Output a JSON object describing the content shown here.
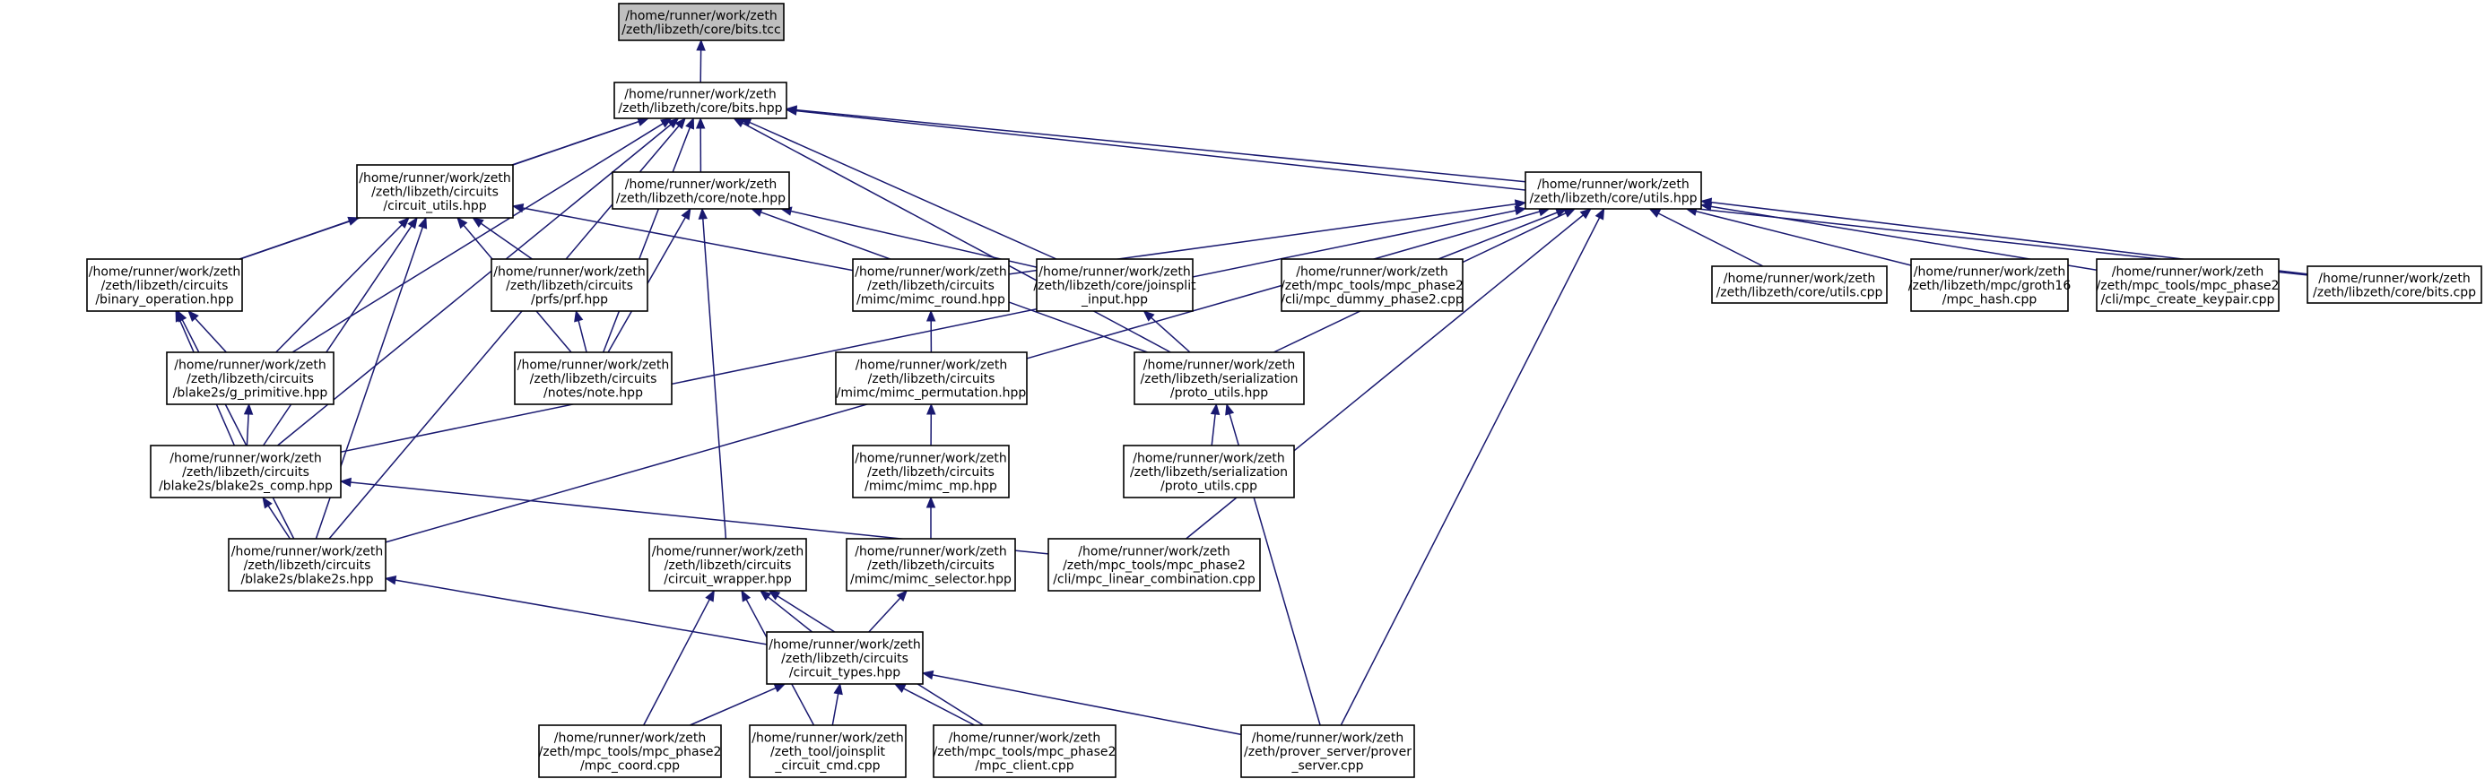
{
  "graph": {
    "edge_color": "#191970",
    "root_fill": "#bfbfbf",
    "nodes": [
      {
        "id": "bits_tcc",
        "lines": [
          "/home/runner/work/zeth",
          "/zeth/libzeth/core/bits.tcc"
        ],
        "root": true
      },
      {
        "id": "bits_hpp",
        "lines": [
          "/home/runner/work/zeth",
          "/zeth/libzeth/core/bits.hpp"
        ]
      },
      {
        "id": "circuit_utils",
        "lines": [
          "/home/runner/work/zeth",
          "/zeth/libzeth/circuits",
          "/circuit_utils.hpp"
        ]
      },
      {
        "id": "note_hpp",
        "lines": [
          "/home/runner/work/zeth",
          "/zeth/libzeth/core/note.hpp"
        ]
      },
      {
        "id": "utils_hpp",
        "lines": [
          "/home/runner/work/zeth",
          "/zeth/libzeth/core/utils.hpp"
        ]
      },
      {
        "id": "binary_operation",
        "lines": [
          "/home/runner/work/zeth",
          "/zeth/libzeth/circuits",
          "/binary_operation.hpp"
        ]
      },
      {
        "id": "prf_hpp",
        "lines": [
          "/home/runner/work/zeth",
          "/zeth/libzeth/circuits",
          "/prfs/prf.hpp"
        ]
      },
      {
        "id": "mimc_round",
        "lines": [
          "/home/runner/work/zeth",
          "/zeth/libzeth/circuits",
          "/mimc/mimc_round.hpp"
        ]
      },
      {
        "id": "joinsplit_input",
        "lines": [
          "/home/runner/work/zeth",
          "/zeth/libzeth/core/joinsplit",
          "_input.hpp"
        ]
      },
      {
        "id": "mpc_dummy_phase2",
        "lines": [
          "/home/runner/work/zeth",
          "/zeth/mpc_tools/mpc_phase2",
          "/cli/mpc_dummy_phase2.cpp"
        ]
      },
      {
        "id": "utils_cpp",
        "lines": [
          "/home/runner/work/zeth",
          "/zeth/libzeth/core/utils.cpp"
        ]
      },
      {
        "id": "mpc_hash",
        "lines": [
          "/home/runner/work/zeth",
          "/zeth/libzeth/mpc/groth16",
          "/mpc_hash.cpp"
        ]
      },
      {
        "id": "mpc_create_keypair",
        "lines": [
          "/home/runner/work/zeth",
          "/zeth/mpc_tools/mpc_phase2",
          "/cli/mpc_create_keypair.cpp"
        ]
      },
      {
        "id": "bits_cpp",
        "lines": [
          "/home/runner/work/zeth",
          "/zeth/libzeth/core/bits.cpp"
        ]
      },
      {
        "id": "g_primitive",
        "lines": [
          "/home/runner/work/zeth",
          "/zeth/libzeth/circuits",
          "/blake2s/g_primitive.hpp"
        ]
      },
      {
        "id": "note_note",
        "lines": [
          "/home/runner/work/zeth",
          "/zeth/libzeth/circuits",
          "/notes/note.hpp"
        ]
      },
      {
        "id": "mimc_permutation",
        "lines": [
          "/home/runner/work/zeth",
          "/zeth/libzeth/circuits",
          "/mimc/mimc_permutation.hpp"
        ]
      },
      {
        "id": "proto_utils_hpp",
        "lines": [
          "/home/runner/work/zeth",
          "/zeth/libzeth/serialization",
          "/proto_utils.hpp"
        ]
      },
      {
        "id": "blake2s_comp",
        "lines": [
          "/home/runner/work/zeth",
          "/zeth/libzeth/circuits",
          "/blake2s/blake2s_comp.hpp"
        ]
      },
      {
        "id": "mimc_mp",
        "lines": [
          "/home/runner/work/zeth",
          "/zeth/libzeth/circuits",
          "/mimc/mimc_mp.hpp"
        ]
      },
      {
        "id": "proto_utils_cpp",
        "lines": [
          "/home/runner/work/zeth",
          "/zeth/libzeth/serialization",
          "/proto_utils.cpp"
        ]
      },
      {
        "id": "blake2s_hpp",
        "lines": [
          "/home/runner/work/zeth",
          "/zeth/libzeth/circuits",
          "/blake2s/blake2s.hpp"
        ]
      },
      {
        "id": "circuit_wrapper",
        "lines": [
          "/home/runner/work/zeth",
          "/zeth/libzeth/circuits",
          "/circuit_wrapper.hpp"
        ]
      },
      {
        "id": "mimc_selector",
        "lines": [
          "/home/runner/work/zeth",
          "/zeth/libzeth/circuits",
          "/mimc/mimc_selector.hpp"
        ]
      },
      {
        "id": "mpc_linear_combination",
        "lines": [
          "/home/runner/work/zeth",
          "/zeth/mpc_tools/mpc_phase2",
          "/cli/mpc_linear_combination.cpp"
        ]
      },
      {
        "id": "circuit_types",
        "lines": [
          "/home/runner/work/zeth",
          "/zeth/libzeth/circuits",
          "/circuit_types.hpp"
        ]
      },
      {
        "id": "mpc_coord",
        "lines": [
          "/home/runner/work/zeth",
          "/zeth/mpc_tools/mpc_phase2",
          "/mpc_coord.cpp"
        ]
      },
      {
        "id": "joinsplit_circuit_cmd",
        "lines": [
          "/home/runner/work/zeth",
          "/zeth_tool/joinsplit",
          "_circuit_cmd.cpp"
        ]
      },
      {
        "id": "mpc_client",
        "lines": [
          "/home/runner/work/zeth",
          "/zeth/mpc_tools/mpc_phase2",
          "/mpc_client.cpp"
        ]
      },
      {
        "id": "prover_server",
        "lines": [
          "/home/runner/work/zeth",
          "/zeth/prover_server/prover",
          "_server.cpp"
        ]
      }
    ],
    "edges": [
      {
        "from": "bits_hpp",
        "to": "bits_tcc"
      },
      {
        "from": "circuit_utils",
        "to": "bits_hpp"
      },
      {
        "from": "note_hpp",
        "to": "bits_hpp"
      },
      {
        "from": "utils_hpp",
        "to": "bits_hpp"
      },
      {
        "from": "binary_operation",
        "to": "bits_hpp"
      },
      {
        "from": "g_primitive",
        "to": "bits_hpp"
      },
      {
        "from": "blake2s_comp",
        "to": "bits_hpp"
      },
      {
        "from": "blake2s_hpp",
        "to": "bits_hpp"
      },
      {
        "from": "note_note",
        "to": "bits_hpp"
      },
      {
        "from": "joinsplit_input",
        "to": "bits_hpp"
      },
      {
        "from": "proto_utils_hpp",
        "to": "bits_hpp"
      },
      {
        "from": "bits_cpp",
        "to": "bits_hpp"
      },
      {
        "from": "binary_operation",
        "to": "circuit_utils"
      },
      {
        "from": "prf_hpp",
        "to": "circuit_utils"
      },
      {
        "from": "mimc_round",
        "to": "circuit_utils"
      },
      {
        "from": "g_primitive",
        "to": "circuit_utils"
      },
      {
        "from": "note_note",
        "to": "circuit_utils"
      },
      {
        "from": "blake2s_comp",
        "to": "circuit_utils"
      },
      {
        "from": "blake2s_hpp",
        "to": "circuit_utils"
      },
      {
        "from": "joinsplit_input",
        "to": "note_hpp"
      },
      {
        "from": "note_note",
        "to": "note_hpp"
      },
      {
        "from": "proto_utils_hpp",
        "to": "note_hpp"
      },
      {
        "from": "circuit_wrapper",
        "to": "note_hpp"
      },
      {
        "from": "mimc_round",
        "to": "utils_hpp"
      },
      {
        "from": "mpc_dummy_phase2",
        "to": "utils_hpp"
      },
      {
        "from": "utils_cpp",
        "to": "utils_hpp"
      },
      {
        "from": "mpc_hash",
        "to": "utils_hpp"
      },
      {
        "from": "mpc_create_keypair",
        "to": "utils_hpp"
      },
      {
        "from": "bits_cpp",
        "to": "utils_hpp"
      },
      {
        "from": "proto_utils_hpp",
        "to": "utils_hpp"
      },
      {
        "from": "blake2s_comp",
        "to": "utils_hpp"
      },
      {
        "from": "blake2s_hpp",
        "to": "utils_hpp"
      },
      {
        "from": "mpc_linear_combination",
        "to": "utils_hpp"
      },
      {
        "from": "prover_server",
        "to": "utils_hpp"
      },
      {
        "from": "g_primitive",
        "to": "binary_operation"
      },
      {
        "from": "blake2s_comp",
        "to": "binary_operation"
      },
      {
        "from": "blake2s_hpp",
        "to": "binary_operation"
      },
      {
        "from": "note_note",
        "to": "prf_hpp"
      },
      {
        "from": "mimc_permutation",
        "to": "mimc_round"
      },
      {
        "from": "proto_utils_hpp",
        "to": "joinsplit_input"
      },
      {
        "from": "blake2s_comp",
        "to": "g_primitive"
      },
      {
        "from": "mimc_mp",
        "to": "mimc_permutation"
      },
      {
        "from": "proto_utils_cpp",
        "to": "proto_utils_hpp"
      },
      {
        "from": "prover_server",
        "to": "proto_utils_hpp"
      },
      {
        "from": "blake2s_hpp",
        "to": "blake2s_comp"
      },
      {
        "from": "mpc_linear_combination",
        "to": "blake2s_comp"
      },
      {
        "from": "mimc_selector",
        "to": "mimc_mp"
      },
      {
        "from": "circuit_types",
        "to": "blake2s_hpp"
      },
      {
        "from": "circuit_types",
        "to": "circuit_wrapper"
      },
      {
        "from": "mpc_coord",
        "to": "circuit_wrapper"
      },
      {
        "from": "joinsplit_circuit_cmd",
        "to": "circuit_wrapper"
      },
      {
        "from": "mpc_client",
        "to": "circuit_wrapper"
      },
      {
        "from": "circuit_types",
        "to": "mimc_selector"
      },
      {
        "from": "mpc_coord",
        "to": "circuit_types"
      },
      {
        "from": "joinsplit_circuit_cmd",
        "to": "circuit_types"
      },
      {
        "from": "mpc_client",
        "to": "circuit_types"
      },
      {
        "from": "prover_server",
        "to": "circuit_types"
      }
    ]
  }
}
